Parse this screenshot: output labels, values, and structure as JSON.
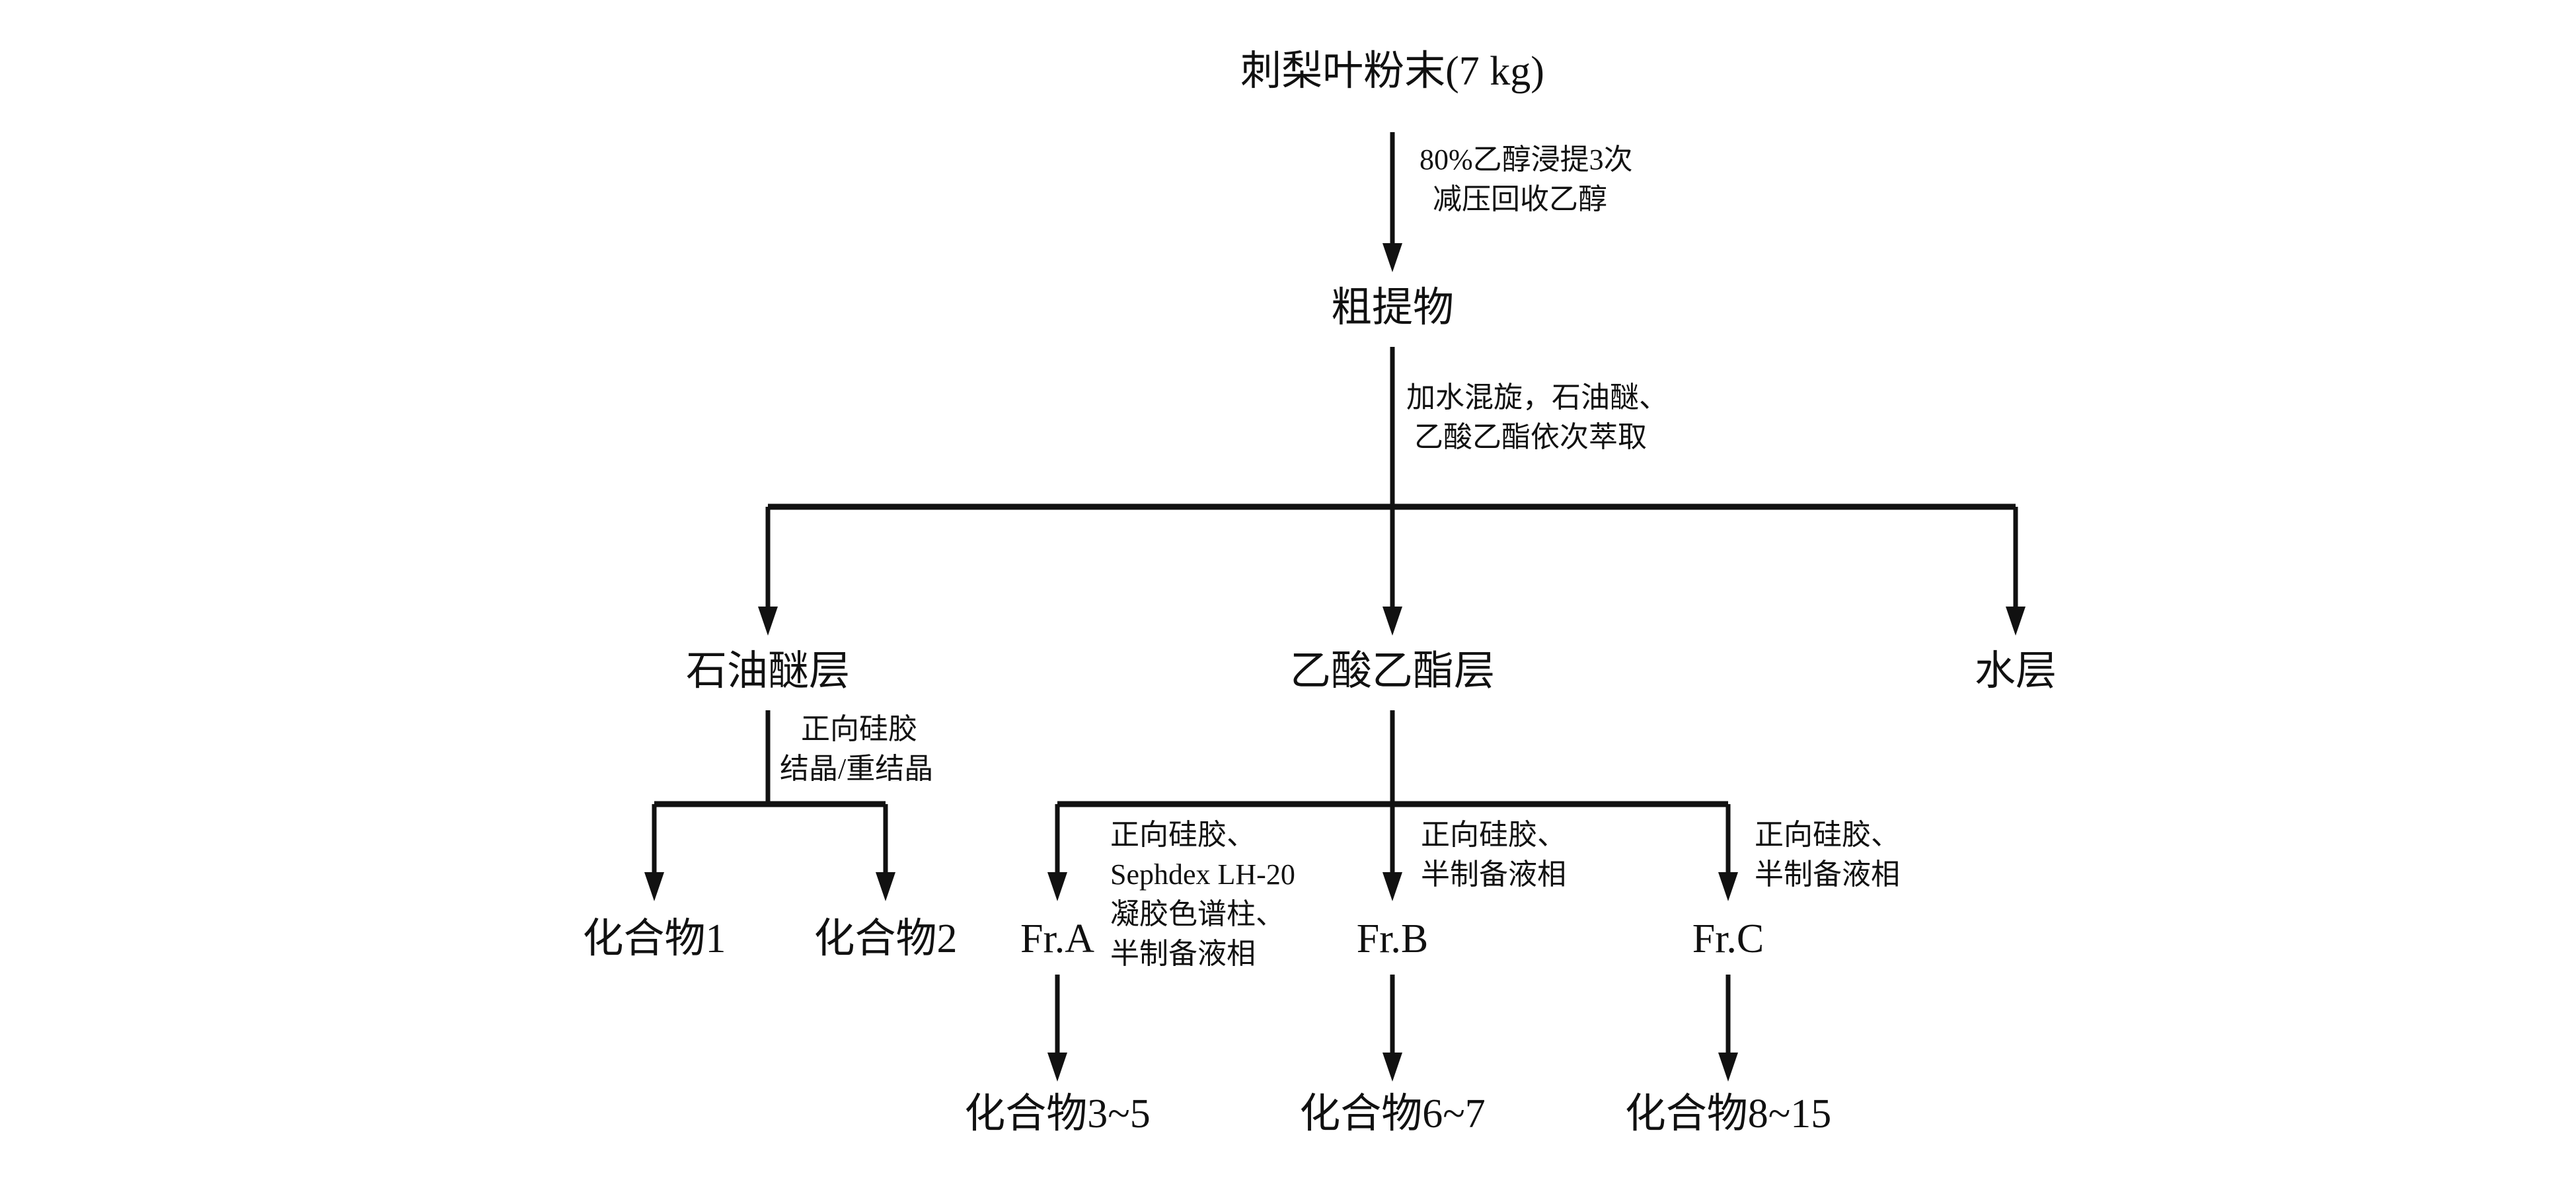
{
  "nodes": {
    "root": "刺梨叶粉末(7 kg)",
    "crude": "粗提物",
    "pe_layer": "石油醚层",
    "ea_layer": "乙酸乙酯层",
    "water_layer": "水层",
    "compound1": "化合物1",
    "compound2": "化合物2",
    "fr_a": "Fr.A",
    "fr_b": "Fr.B",
    "fr_c": "Fr.C",
    "compounds_3_5": "化合物3~5",
    "compounds_6_7": "化合物6~7",
    "compounds_8_15": "化合物8~15"
  },
  "annotations": {
    "extraction": [
      "80%乙醇浸提3次",
      "减压回收乙醇"
    ],
    "partition": [
      "加水混旋，石油醚、",
      "乙酸乙酯依次萃取"
    ],
    "pe_separation": [
      "正向硅胶",
      "结晶/重结晶"
    ],
    "fr_a_separation": [
      "正向硅胶、",
      "Sephdex LH-20",
      "凝胶色谱柱、",
      "半制备液相"
    ],
    "fr_b_separation": [
      "正向硅胶、",
      "半制备液相"
    ],
    "fr_c_separation": [
      "正向硅胶、",
      "半制备液相"
    ]
  }
}
